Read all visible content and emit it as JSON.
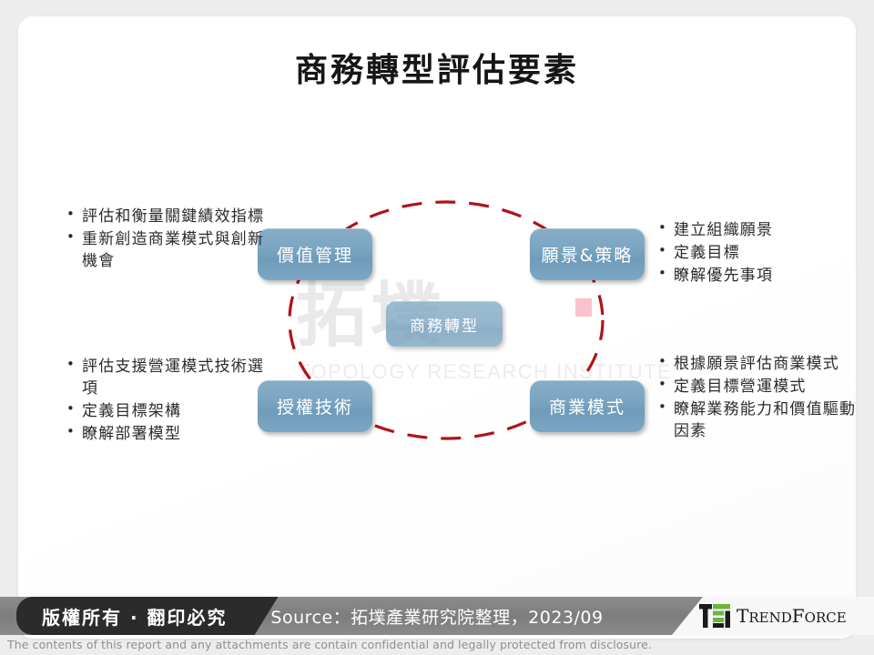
{
  "slide": {
    "title": "商務轉型評估要素",
    "watermark": {
      "cn": "拓墣",
      "en": "TOPOLOGY RESEARCH INSTITUTE"
    },
    "diagram": {
      "center_label": "商務轉型",
      "nodes": [
        {
          "id": "value-management",
          "label": "價值管理"
        },
        {
          "id": "vision-strategy",
          "label": "願景&策略"
        },
        {
          "id": "licensed-tech",
          "label": "授權技術"
        },
        {
          "id": "business-model",
          "label": "商業模式"
        }
      ],
      "circle_color": "#b0121a",
      "node_color": "#7ba6c2",
      "accent_square_color": "#f9c2cc"
    },
    "bullet_groups": [
      {
        "id": "top-left",
        "items": [
          "評估和衡量關鍵績效指標",
          "重新創造商業模式與創新機會"
        ]
      },
      {
        "id": "bottom-left",
        "items": [
          "評估支援營運模式技術選項",
          "定義目標架構",
          "瞭解部署模型"
        ]
      },
      {
        "id": "top-right",
        "items": [
          "建立組織願景",
          "定義目標",
          "瞭解優先事項"
        ]
      },
      {
        "id": "bottom-right",
        "items": [
          "根據願景評估商業模式",
          "定義目標營運模式",
          "瞭解業務能力和價值驅動因素"
        ]
      }
    ]
  },
  "footer": {
    "copyright_tab": "版權所有 · 翻印必究",
    "source": "Source：拓墣產業研究院整理，2023/09",
    "logo_text_first": "T",
    "logo_text_rest": "REND",
    "logo_text_f": "F",
    "logo_text_orce": "ORCE",
    "logo_green": "#6cb33f",
    "disclaimer": "The contents of this report and any attachments are contain confidential and legally protected from disclosure."
  }
}
